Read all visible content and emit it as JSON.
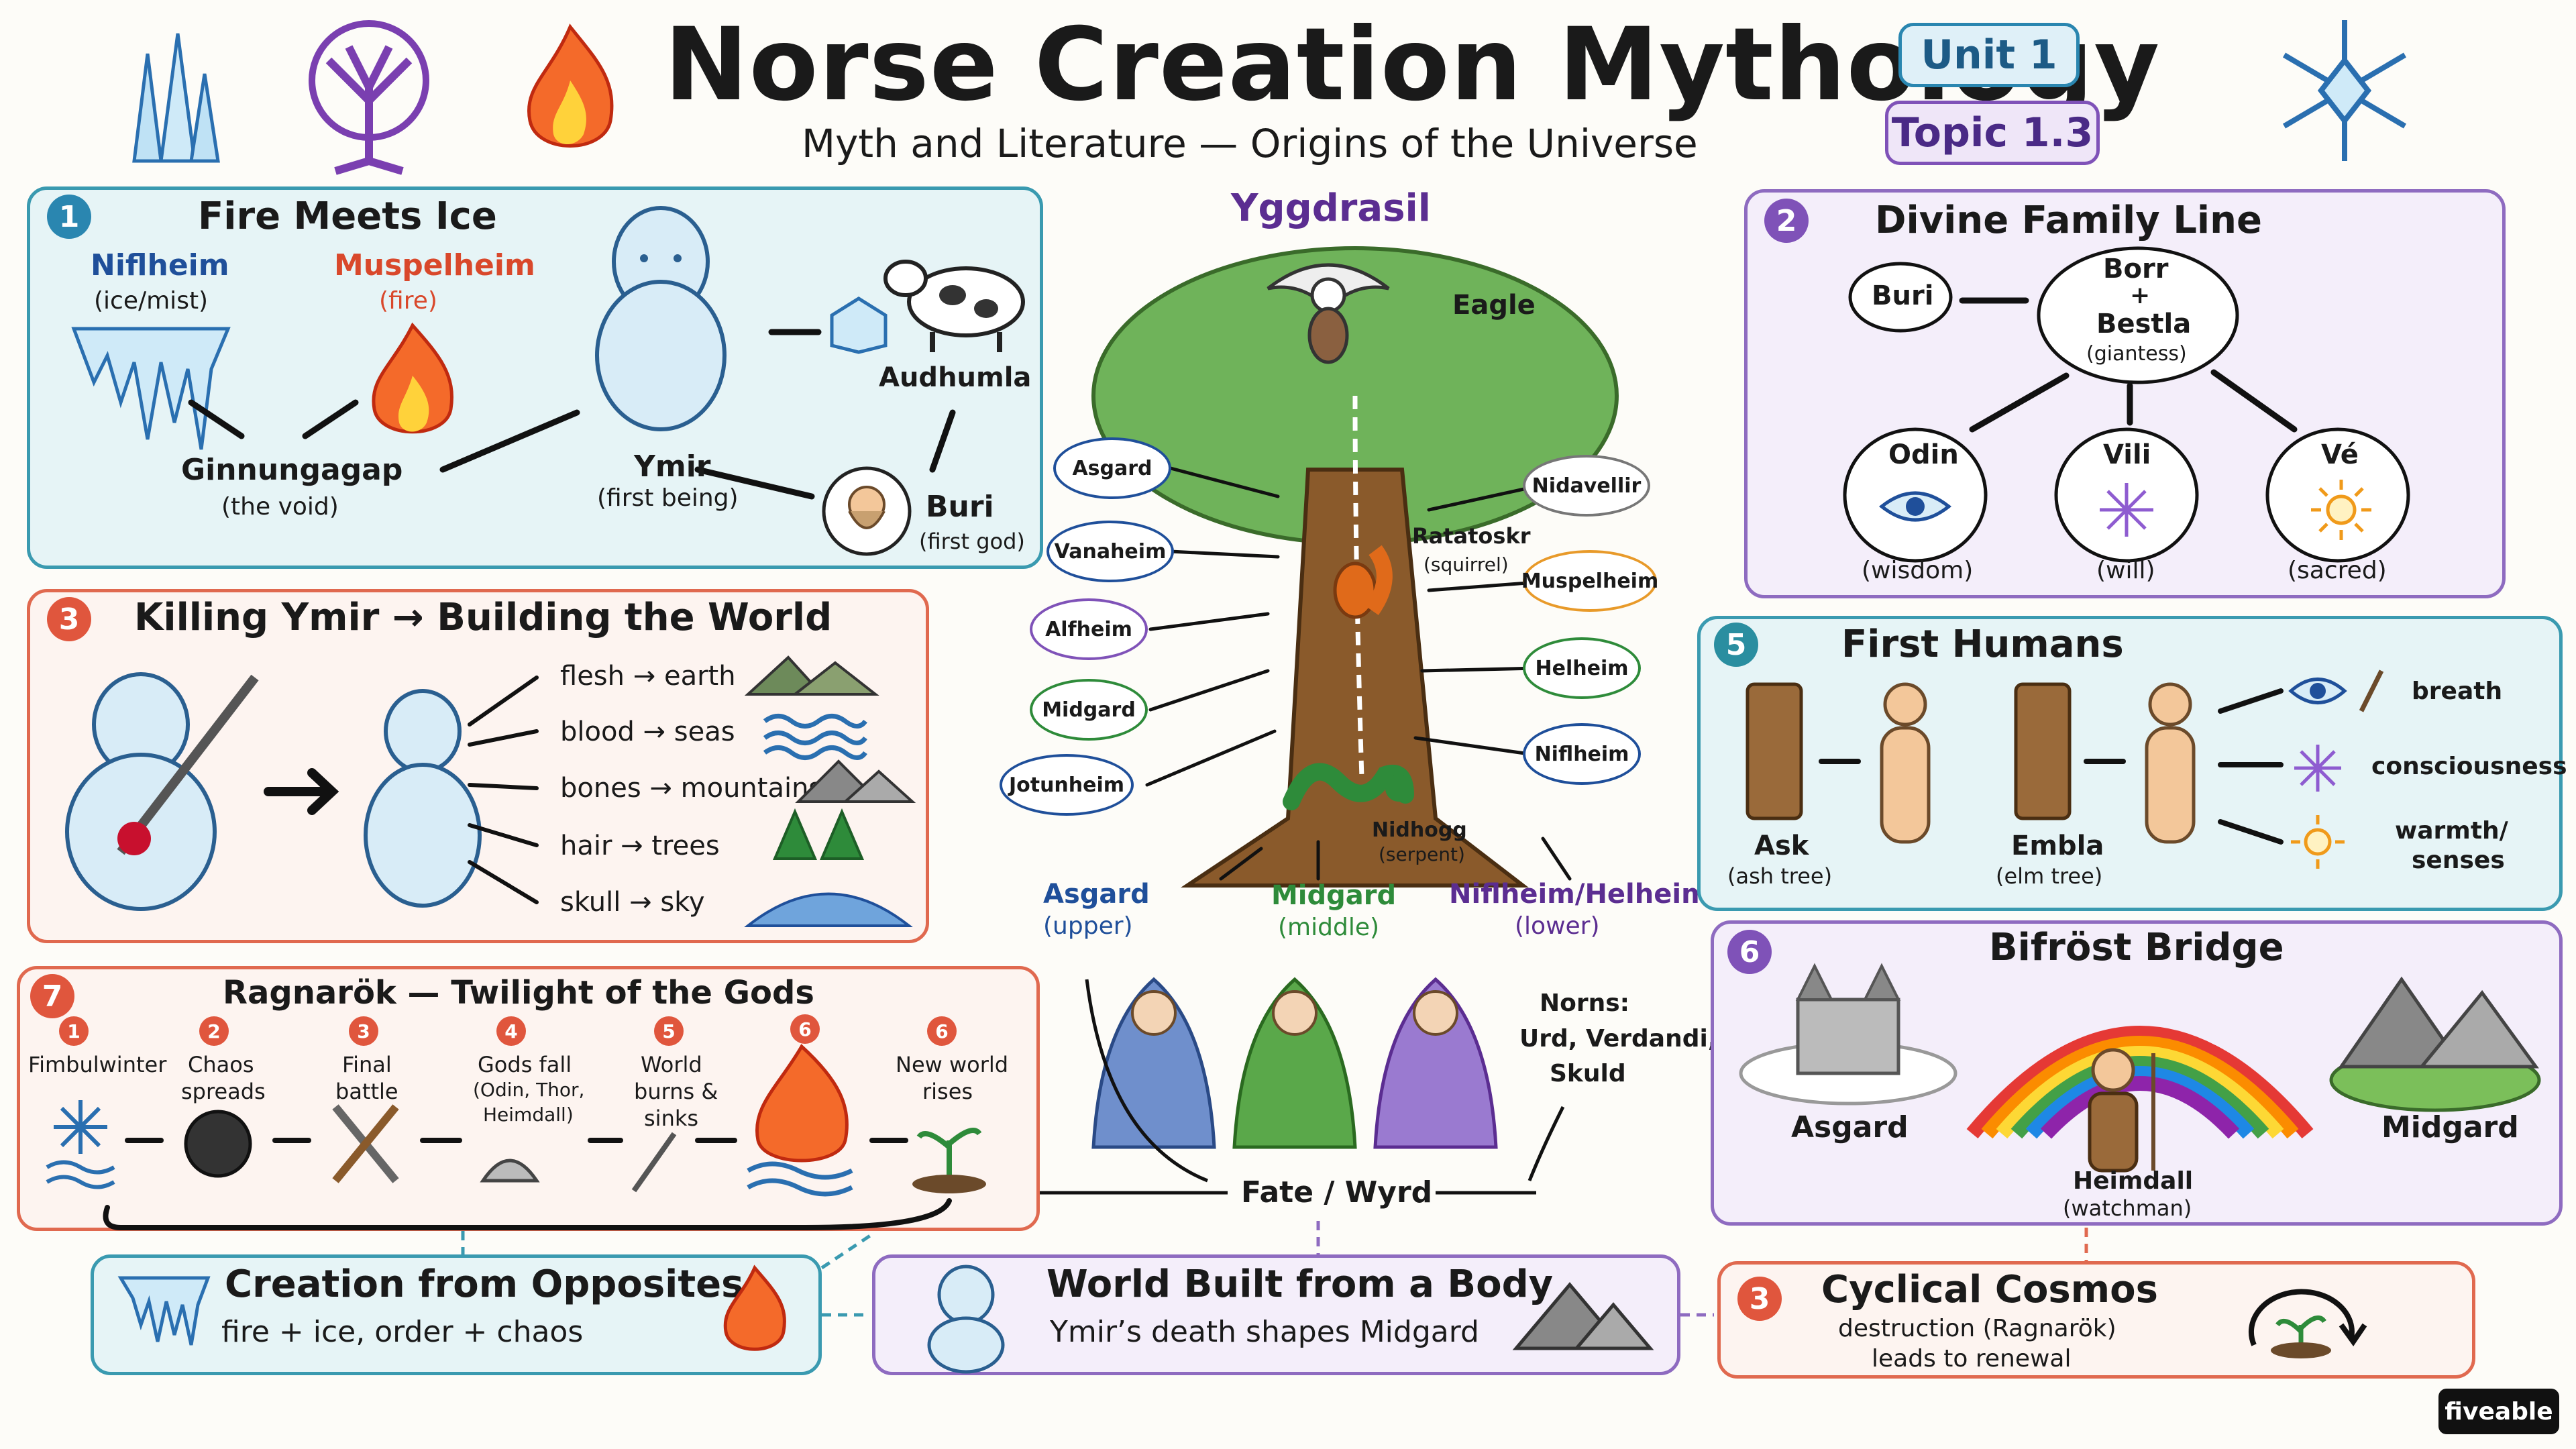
{
  "header": {
    "title": "Norse Creation Mythology",
    "subtitle": "Myth and Literature — Origins of the Universe",
    "unit": "Unit 1",
    "topic": "Topic 1.3"
  },
  "panel1": {
    "num": "1",
    "title": "Fire Meets Ice",
    "niflheim": "Niflheim",
    "niflheim_sub": "(ice/mist)",
    "muspelheim": "Muspelheim",
    "muspelheim_sub": "(fire)",
    "ginnungagap": "Ginnungagap",
    "ginnungagap_sub": "(the void)",
    "ymir": "Ymir",
    "ymir_sub": "(first being)",
    "audhumla": "Audhumla",
    "buri": "Buri",
    "buri_sub": "(first god)"
  },
  "panel2": {
    "num": "2",
    "title": "Divine Family Line",
    "buri": "Buri",
    "borr": "Borr",
    "plus": "+",
    "bestla": "Bestla",
    "bestla_sub": "(giantess)",
    "sons": [
      {
        "name": "Odin",
        "sub": "(wisdom)"
      },
      {
        "name": "Vili",
        "sub": "(will)"
      },
      {
        "name": "Vé",
        "sub": "(sacred)"
      }
    ]
  },
  "panel3": {
    "num": "3",
    "title": "Killing Ymir → Building the World",
    "mappings": [
      {
        "from": "flesh",
        "to": "earth"
      },
      {
        "from": "blood",
        "to": "seas"
      },
      {
        "from": "bones",
        "to": "mountains"
      },
      {
        "from": "hair",
        "to": "trees"
      },
      {
        "from": "skull",
        "to": "sky"
      }
    ]
  },
  "panel5": {
    "num": "5",
    "title": "First Humans",
    "ask": "Ask",
    "ask_sub": "(ash tree)",
    "embla": "Embla",
    "embla_sub": "(elm tree)",
    "gifts": [
      "breath",
      "consciousness",
      "warmth/",
      "senses"
    ]
  },
  "panel6": {
    "num": "6",
    "title": "Bifröst Bridge",
    "asgard": "Asgard",
    "midgard": "Midgard",
    "heimdall": "Heimdall",
    "heimdall_sub": "(watchman)"
  },
  "panel7": {
    "num": "7",
    "title": "Ragnarök — Twilight of the Gods",
    "stages": [
      {
        "n": "1",
        "label": "Fimbulwinter"
      },
      {
        "n": "2",
        "label": "Chaos spreads"
      },
      {
        "n": "3",
        "label": "Final battle"
      },
      {
        "n": "4",
        "label": "Gods fall (Odin, Thor, Heimdall)"
      },
      {
        "n": "5",
        "label": "World burns & sinks"
      },
      {
        "n": "6",
        "label": ""
      },
      {
        "n": "6",
        "label": "New world rises"
      }
    ],
    "stage_lines": {
      "s2a": "Chaos",
      "s2b": "spreads",
      "s3a": "Final",
      "s3b": "battle",
      "s4a": "Gods fall",
      "s4b": "(Odin, Thor,",
      "s4c": "Heimdall)",
      "s5a": "World",
      "s5b": "burns &",
      "s5c": "sinks",
      "s6a": "New world",
      "s6b": "rises"
    }
  },
  "tree": {
    "title": "Yggdrasil",
    "eagle": "Eagle",
    "ratatoskr": "Ratatoskr",
    "ratatoskr_sub": "(squirrel)",
    "nidhogg": "Nidhogg",
    "nidhogg_sub": "(serpent)",
    "left_realms": [
      "Asgard",
      "Vanaheim",
      "Alfheim",
      "Midgard",
      "Jotunheim"
    ],
    "right_realms": [
      "Nidavellir",
      "Muspelheim",
      "Helheim",
      "Niflheim"
    ],
    "levels": [
      {
        "name": "Asgard",
        "sub": "(upper)"
      },
      {
        "name": "Midgard",
        "sub": "(middle)"
      },
      {
        "name": "Niflheim/Helheim",
        "sub": "(lower)"
      }
    ],
    "norns": "Norns:",
    "norns_names1": "Urd, Verdandi,",
    "norns_names2": "Skuld",
    "fate": "Fate / Wyrd"
  },
  "themes": [
    {
      "title": "Creation from Opposites",
      "sub": "fire + ice,  order + chaos"
    },
    {
      "title": "World Built from a Body",
      "sub": "Ymir’s death shapes Midgard"
    },
    {
      "num": "3",
      "title": "Cyclical Cosmos",
      "sub1": "destruction (Ragnarök)",
      "sub2": "leads to renewal"
    }
  ],
  "brand": "fiveable",
  "colors": {
    "blue": "#3a9ab0",
    "red": "#e0694f",
    "purple": "#8e6bc0",
    "niflheim": "#1f4f9a",
    "muspelheim": "#d9482b",
    "midgard_green": "#2e8b3a",
    "lower_purple": "#5b2d91"
  }
}
